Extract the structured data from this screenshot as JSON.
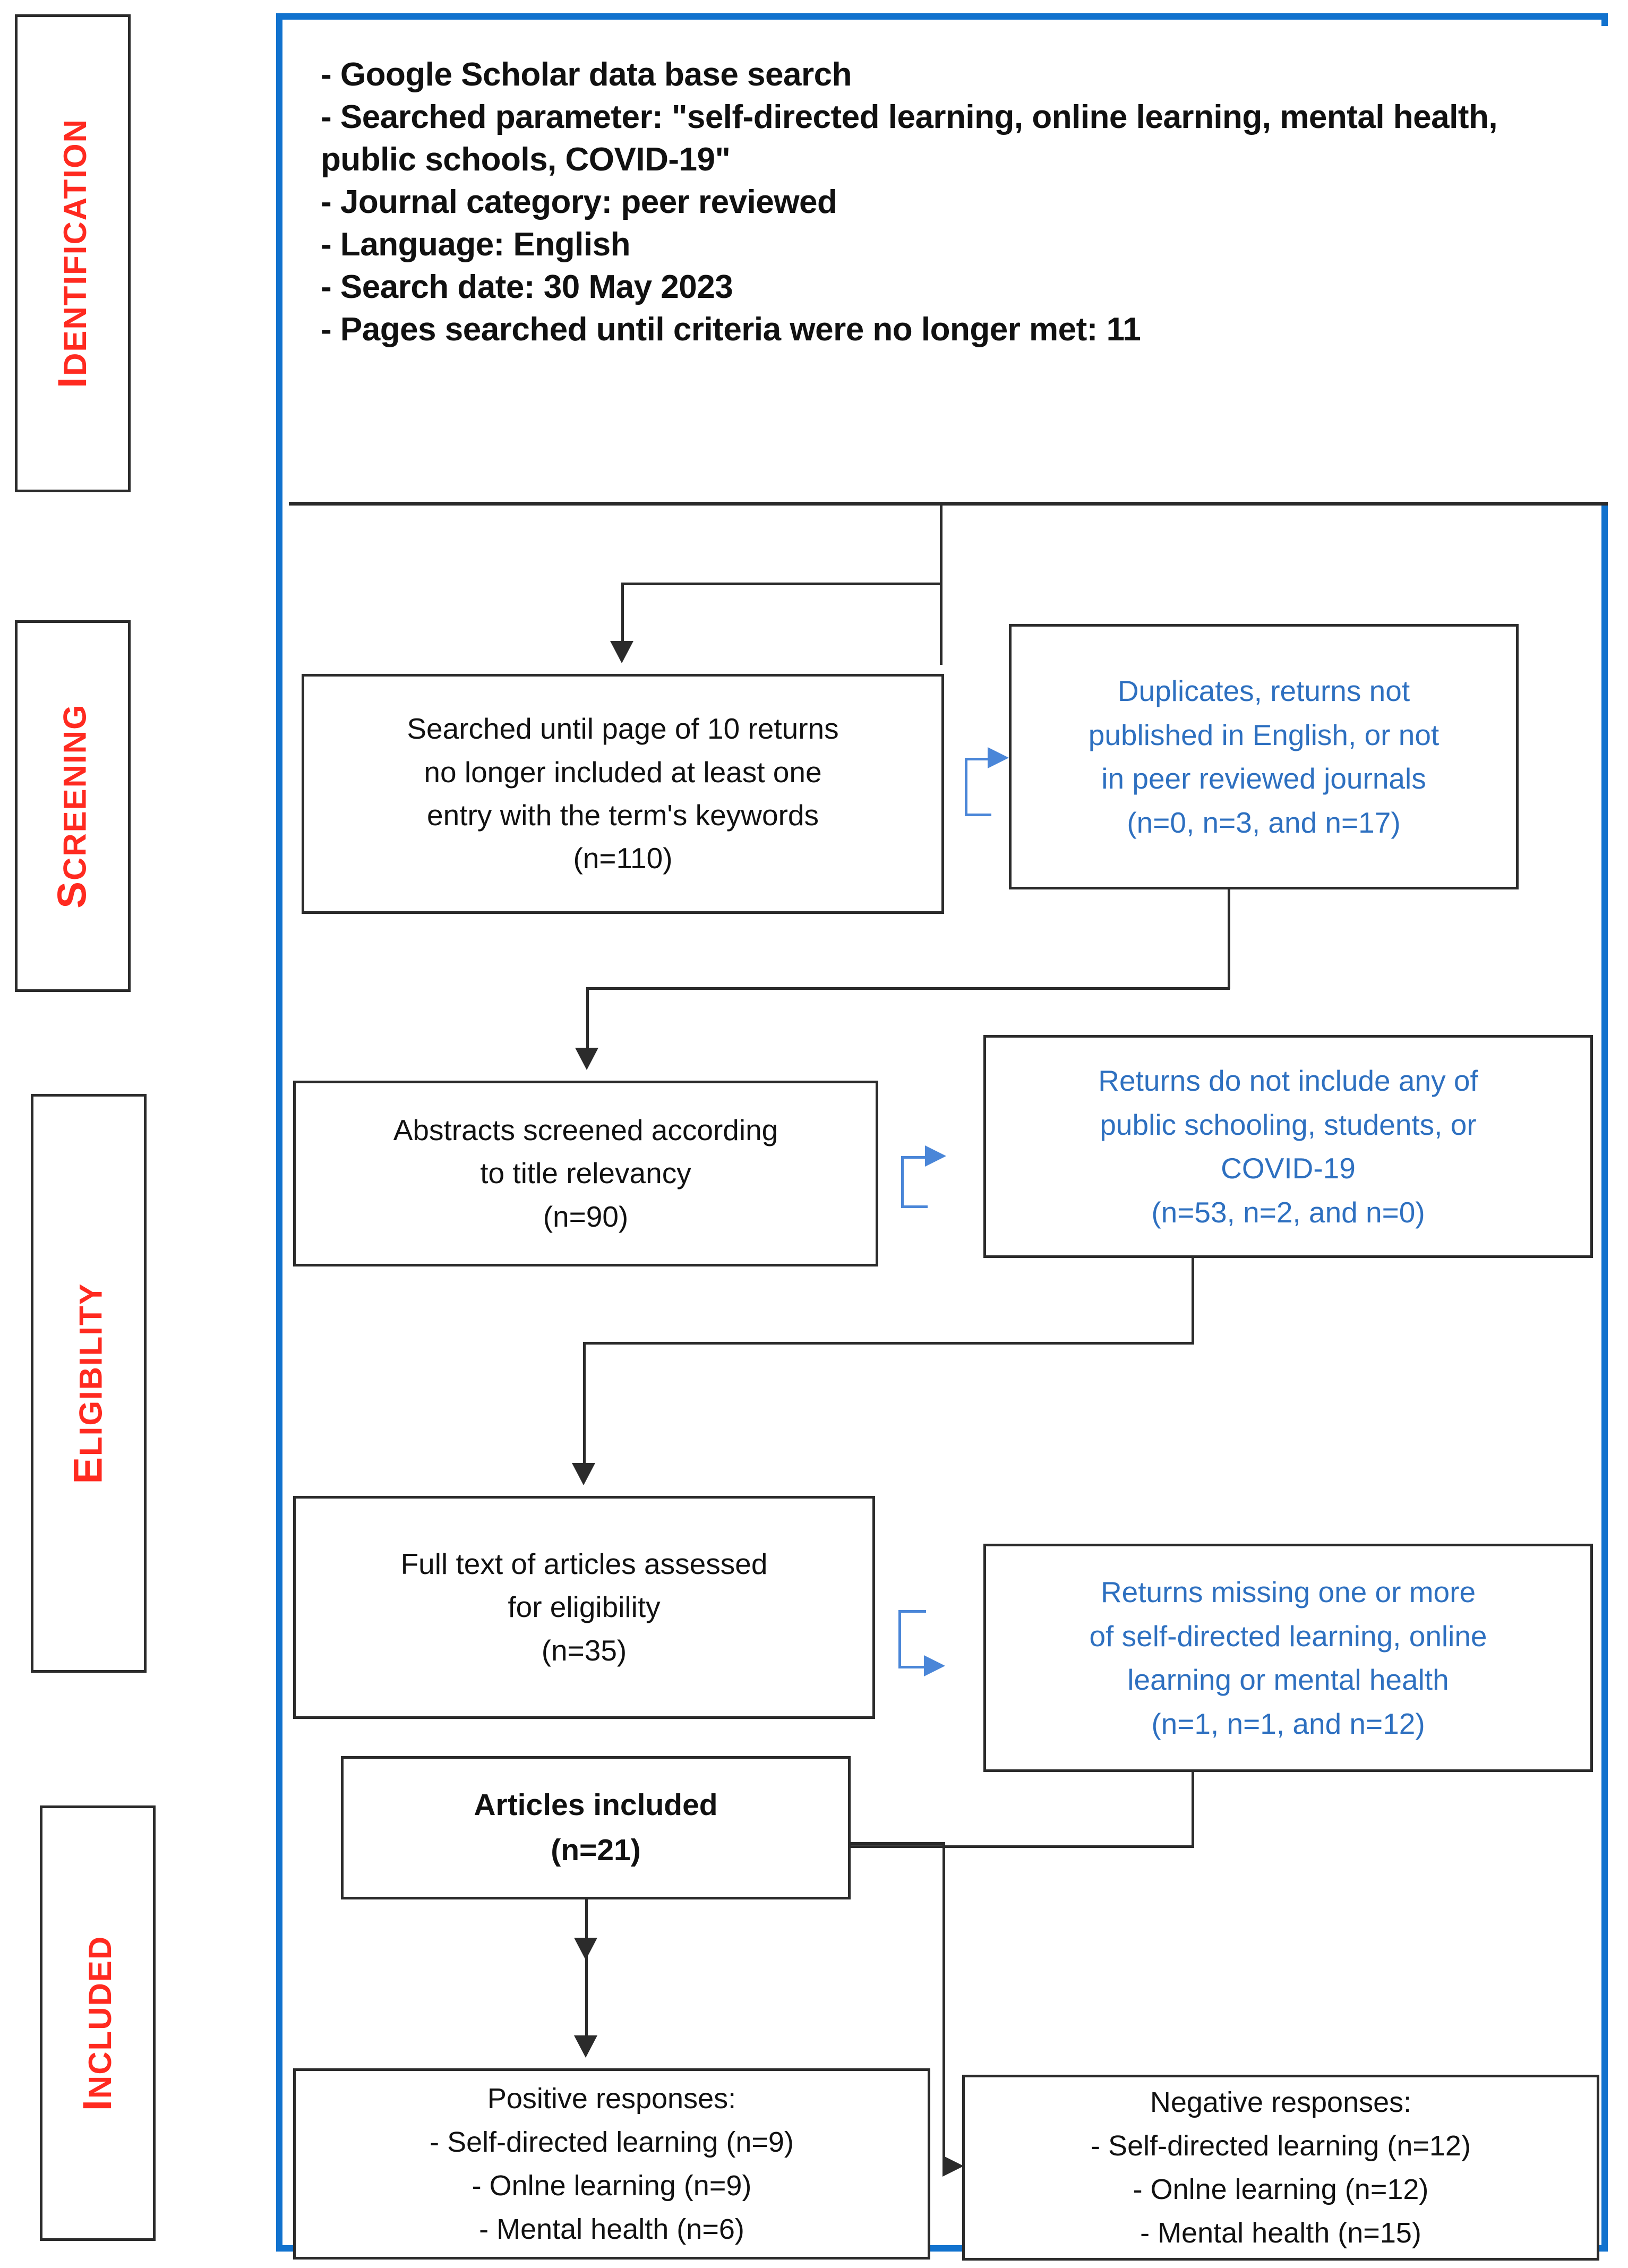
{
  "diagram": {
    "title": "PRISMA flow diagram",
    "frame_color": "#1172CE",
    "stage_label_color": "#FF2A20",
    "exclusion_text_color": "#2E70C0",
    "process_text_color": "#111111"
  },
  "stages": [
    {
      "id": "identification",
      "cap": "I",
      "rest": "DENTIFICATION"
    },
    {
      "id": "screening",
      "cap": "S",
      "rest": "CREENING"
    },
    {
      "id": "eligibility",
      "cap": "E",
      "rest": "LIGIBILITY"
    },
    {
      "id": "included",
      "cap": "I",
      "rest": "NCLUDED"
    }
  ],
  "identification": {
    "lines": [
      "- Google Scholar data base search",
      "- Searched parameter: \"self-directed learning, online learning, mental health, public schools, COVID-19\"",
      "- Journal category: peer reviewed",
      "- Language: English",
      "- Search date: 30 May 2023",
      "- Pages searched until criteria were no longer met: 11"
    ]
  },
  "screening": {
    "process": {
      "lines": [
        "Searched until page of 10 returns",
        "no longer included at least one",
        "entry with the term's keywords",
        "(n=110)"
      ],
      "count": "n=110"
    },
    "exclusion": {
      "lines": [
        "Duplicates, returns not",
        "published in English, or not",
        "in peer reviewed journals",
        "(n=0, n=3, and n=17)"
      ],
      "counts": "(n=0, n=3, and n=17)"
    }
  },
  "abstract_screening": {
    "process": {
      "lines": [
        "Abstracts screened according",
        "to title relevancy",
        "(n=90)"
      ],
      "count": "n=90"
    },
    "exclusion": {
      "lines": [
        "Returns do not include any of",
        "public schooling, students, or",
        "COVID-19",
        "(n=53, n=2, and n=0)"
      ],
      "counts": "(n=53, n=2, and n=0)"
    }
  },
  "eligibility": {
    "process": {
      "lines": [
        "Full text of articles assessed",
        "for eligibility",
        "(n=35)"
      ],
      "count": "n=35"
    },
    "exclusion": {
      "lines": [
        "Returns missing one or more",
        "of self-directed learning, online",
        "learning or mental health",
        "(n=1, n=1, and n=12)"
      ],
      "counts": "(n=1, n=1, and n=12)"
    }
  },
  "included": {
    "title": "Articles included",
    "count": "(n=21)",
    "positive": {
      "heading": "Positive responses:",
      "items": [
        "- Self-directed learning (n=9)",
        "- Onlne learning (n=9)",
        "- Mental health (n=6)"
      ]
    },
    "negative": {
      "heading": "Negative responses:",
      "items": [
        "- Self-directed learning (n=12)",
        "- Onlne learning (n=12)",
        "- Mental health (n=15)"
      ]
    }
  }
}
